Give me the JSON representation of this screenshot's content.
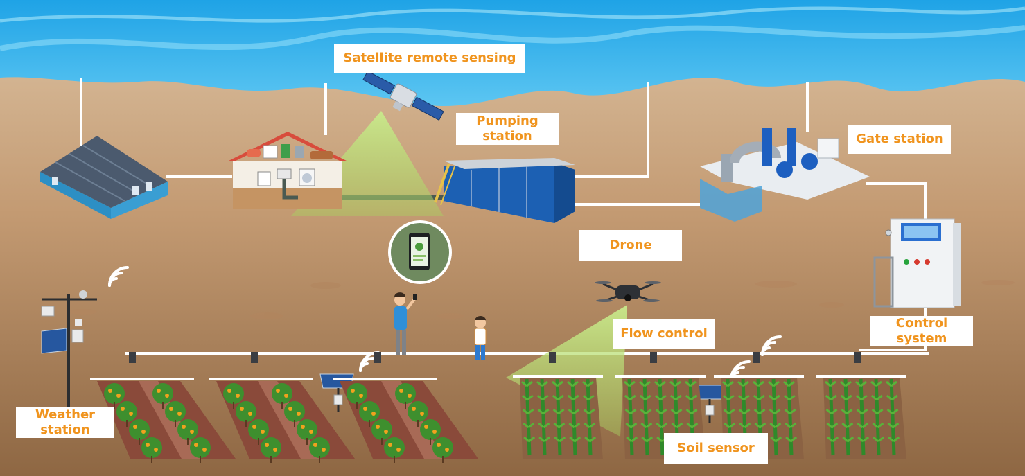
{
  "labels": {
    "satellite": "Satellite remote sensing",
    "pumping": "Pumping\nstation",
    "gate": "Gate station",
    "drone": "Drone",
    "control": "Control\nsystem",
    "flow": "Flow control",
    "weather": "Weather\nstation",
    "soil": "Soil sensor"
  },
  "colors": {
    "label_text": "#f0941e",
    "sky": "#2aa9e8",
    "ground_top": "#d6b895",
    "ground_bottom": "#8d6441",
    "pipe": "#ffffff",
    "beam": "#b9e07a"
  },
  "icons": [
    "warehouse-icon",
    "house-icon",
    "satellite-icon",
    "pumping-station-icon",
    "gate-station-icon",
    "control-cabinet-icon",
    "drone-icon",
    "weather-station-icon",
    "solar-panel-icon",
    "soil-sensor-icon",
    "wifi-signal-icon",
    "phone-bubble-icon",
    "farmer-icon",
    "child-icon",
    "orchard-field-icon",
    "crop-field-icon",
    "valve-icon"
  ]
}
